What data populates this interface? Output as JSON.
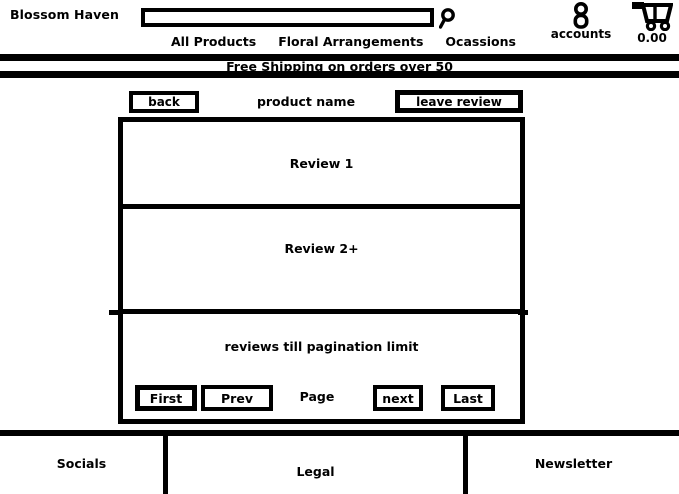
{
  "header": {
    "brand": "Blossom Haven",
    "search": {
      "value": "",
      "placeholder": "",
      "icon": "search-icon"
    },
    "accounts": {
      "label": "accounts",
      "icon": "user-icon"
    },
    "cart": {
      "total": "0.00",
      "icon": "shopping-cart-icon"
    }
  },
  "nav": {
    "items": [
      {
        "label": "All Products"
      },
      {
        "label": "Floral Arrangements"
      },
      {
        "label": "Ocassions"
      }
    ]
  },
  "banner": {
    "text": "Free Shipping on orders over 50"
  },
  "product": {
    "back_label": "back",
    "title": "product name",
    "leave_review_label": "leave review"
  },
  "reviews": {
    "items": [
      {
        "label": "Review 1"
      },
      {
        "label": "Review 2+"
      },
      {
        "label": "reviews till pagination limit"
      }
    ]
  },
  "pagination": {
    "first": "First",
    "prev": "Prev",
    "page": "Page",
    "next": "next",
    "last": "Last"
  },
  "footer": {
    "columns": [
      {
        "label": "Socials"
      },
      {
        "label": "Legal"
      },
      {
        "label": "Newsletter"
      }
    ]
  },
  "colors": {
    "line": "#000000",
    "background": "#ffffff",
    "text": "#000000"
  }
}
